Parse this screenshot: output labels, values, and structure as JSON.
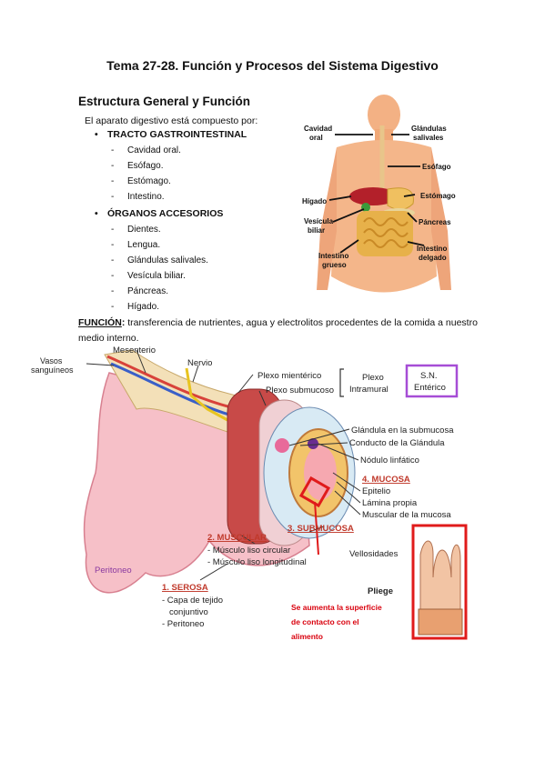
{
  "page": {
    "title": "Tema 27-28. Función y Procesos del Sistema Digestivo",
    "section_heading": "Estructura General y Función",
    "intro": "El aparato digestivo está compuesto por:",
    "groups": [
      {
        "label": "TRACTO GASTROINTESTINAL",
        "items": [
          "Cavidad oral.",
          "Esófago.",
          "Estómago.",
          "Intestino."
        ]
      },
      {
        "label": "ÓRGANOS ACCESORIOS",
        "items": [
          "Dientes.",
          "Lengua.",
          "Glándulas salivales.",
          "Vesícula biliar.",
          "Páncreas.",
          "Hígado."
        ]
      }
    ],
    "function": {
      "label": "FUNCIÓN",
      "colon": ":",
      "text": " transferencia de nutrientes, agua y electrolitos procedentes de la comida a nuestro medio interno."
    },
    "bullet_symbol": "•",
    "dash_symbol": "-"
  },
  "body_figure": {
    "labels": {
      "cavidad_1": "Cavidad",
      "cavidad_2": "oral",
      "glandulas_1": "Glándulas",
      "glandulas_2": "salivales",
      "esofago": "Esófago",
      "higado": "Hígado",
      "estomago": "Estómago",
      "vesicula_1": "Vesícula",
      "vesicula_2": "biliar",
      "pancreas": "Páncreas",
      "int_grueso_1": "Intestino",
      "int_grueso_2": "grueso",
      "int_delgado_1": "Intestino",
      "int_delgado_2": "delgado"
    }
  },
  "wall_figure": {
    "labels": {
      "mesenterio": "Mesenterio",
      "vasos_1": "Vasos",
      "vasos_2": "sanguíneos",
      "nervio": "Nervio",
      "plexo_mienterico": "Plexo mientérico",
      "plexo_submucoso": "Plexo submucoso",
      "plexo_intramural_1": "Plexo",
      "plexo_intramural_2": "Intramural",
      "sn_1": "S.N.",
      "sn_2": "Entérico",
      "glandula_submucosa": "Glándula en la submucosa",
      "conducto": "Conducto de la Glándula",
      "nodulo": "Nódulo linfático",
      "mucosa": "4. MUCOSA",
      "epitelio": "Epitelio",
      "lamina": "Lámina propia",
      "muscular_mucosa": "Muscular de la mucosa",
      "submucosa": "3. SUBMUCOSA",
      "muscular": "2. MUSCULAR",
      "musc_circular": "- Músculo liso circular",
      "musc_longitudinal": "- Músculo liso longitudinal",
      "serosa": "1. SEROSA",
      "capa_1": "- Capa de tejido",
      "capa_2": "conjuntivo",
      "peritoneo_item": "- Peritoneo",
      "peritoneo": "Peritoneo",
      "vellosidades": "Vellosidades",
      "pliege": "Pliege",
      "note_1": "Se aumenta la superficie",
      "note_2": "de contacto con el",
      "note_3": "alimento"
    },
    "colors": {
      "red_label": "#c0392b",
      "highlight_box": "#e01b1b",
      "purple_box": "#a64dd6",
      "note": "#d9000d"
    }
  }
}
